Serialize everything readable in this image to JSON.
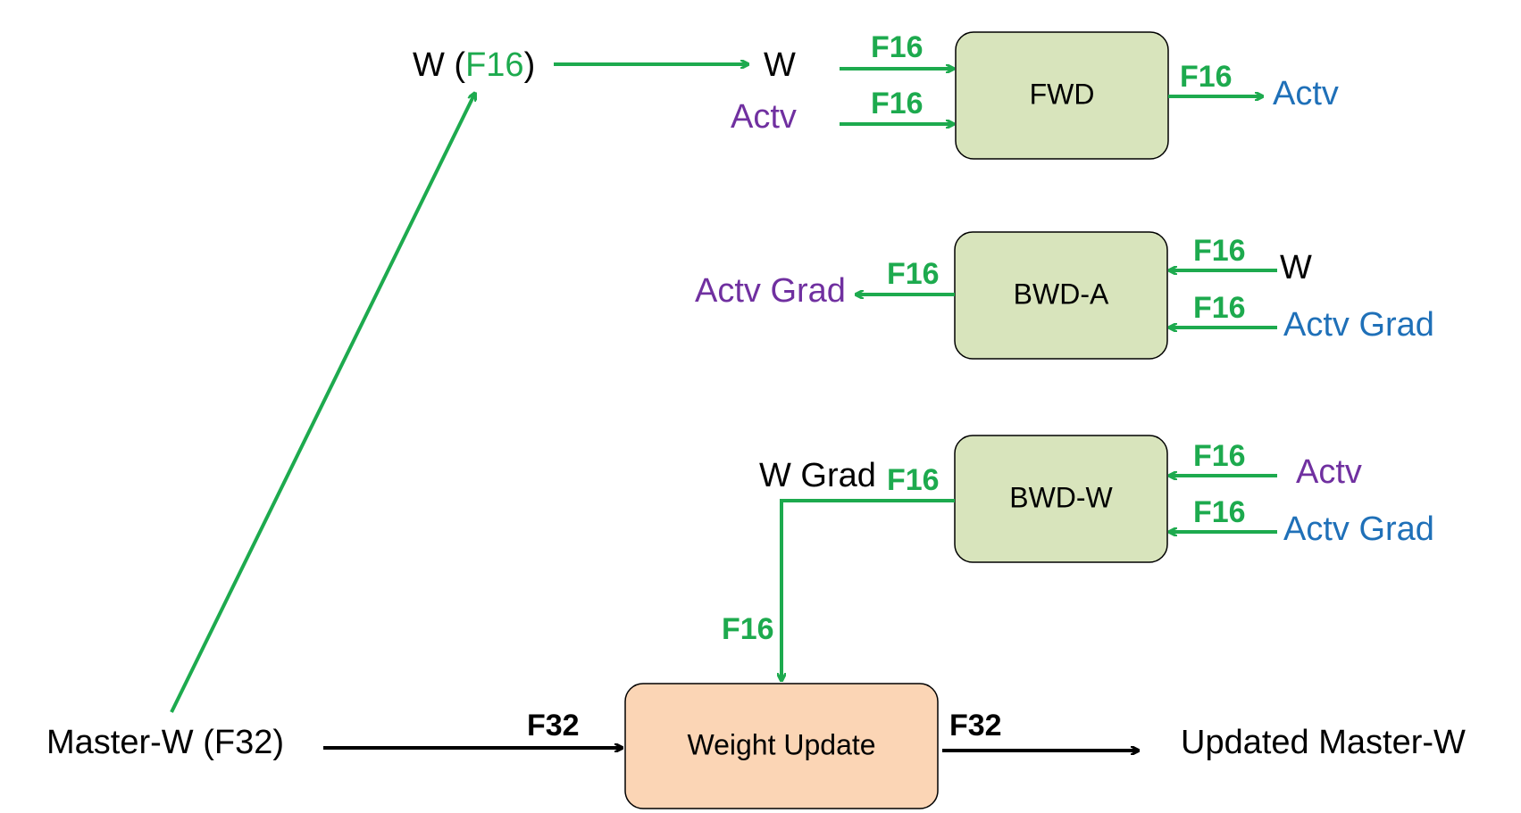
{
  "colors": {
    "green": "#1DAA4E",
    "black": "#000000",
    "purple": "#7030A0",
    "blue": "#1F70B8",
    "box_green": "#D8E4BC",
    "box_orange": "#FBD5B5"
  },
  "boxes": {
    "fwd": "FWD",
    "bwd_a": "BWD-A",
    "bwd_w": "BWD-W",
    "weight_update": "Weight Update"
  },
  "labels": {
    "w_f16_prefix": "W (",
    "w_f16_fmt": "F16",
    "w_f16_suffix": ")",
    "fwd_in_w": "W",
    "fwd_in_actv": "Actv",
    "fwd_out_actv": "Actv",
    "bwda_out": "Actv Grad",
    "bwda_in_w": "W",
    "bwda_in_actv_grad": "Actv Grad",
    "w_grad": "W Grad",
    "bwdw_in_actv": "Actv",
    "bwdw_in_actv_grad": "Actv Grad",
    "master_w": "Master-W (F32)",
    "updated_master_w": "Updated Master-W"
  },
  "formats": {
    "fwd_in_w": "F16",
    "fwd_in_actv": "F16",
    "fwd_out": "F16",
    "bwda_out": "F16",
    "bwda_in_w": "F16",
    "bwda_in_actv_grad": "F16",
    "bwdw_out": "F16",
    "bwdw_in_actv": "F16",
    "bwdw_in_actv_grad": "F16",
    "wgrad_down": "F16",
    "update_in": "F32",
    "update_out": "F32"
  }
}
